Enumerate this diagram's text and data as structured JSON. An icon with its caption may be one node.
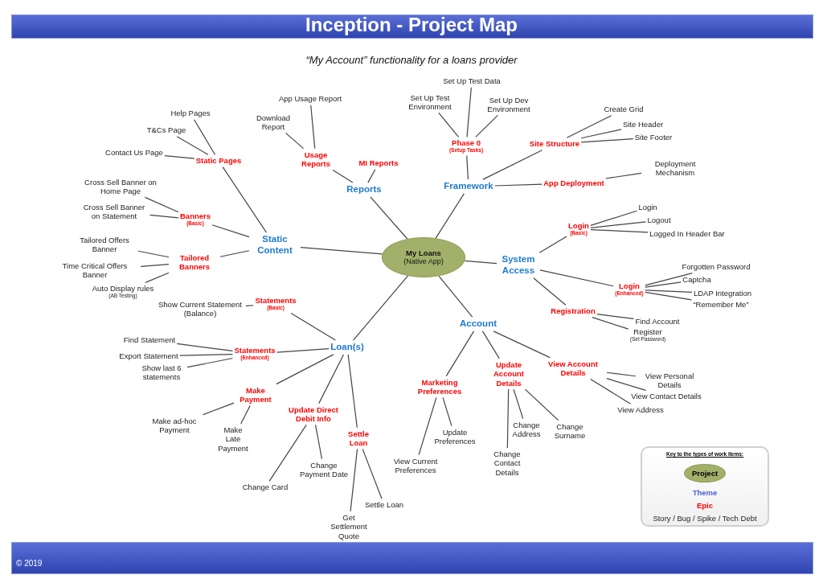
{
  "diagram": {
    "title": "Inception - Project Map",
    "nodes": [
      {
        "text": [
          "My Loans",
          "(Native App)"
        ]
      },
      {
        "text": [
          "Static Content"
        ]
      },
      {
        "text": [
          "Reports"
        ]
      },
      {
        "text": [
          "Framework"
        ]
      },
      {
        "text": [
          "System Access"
        ]
      },
      {
        "text": [
          "Account"
        ]
      },
      {
        "text": [
          "Loan(s)"
        ]
      },
      {
        "text": [
          "Static Pages"
        ]
      },
      {
        "text": [
          "Help Pages"
        ]
      },
      {
        "text": [
          "T&Cs Page"
        ]
      },
      {
        "text": [
          "Contact Us Page"
        ]
      },
      {
        "text": [
          "Banners",
          "(Basic)"
        ]
      },
      {
        "text": [
          "Cross Sell Banner on Home Page"
        ]
      },
      {
        "text": [
          "Cross Sell Banner on Statement"
        ]
      },
      {
        "text": [
          "Tailored Banners"
        ]
      },
      {
        "text": [
          "Tailored Offers Banner"
        ]
      },
      {
        "text": [
          "Time Critical Offers Banner"
        ]
      },
      {
        "text": [
          "Auto Display rules",
          "(AB Testing)"
        ]
      },
      {
        "text": [
          "Usage Reports"
        ]
      },
      {
        "text": [
          "App Usage Report"
        ]
      },
      {
        "text": [
          "Download Report"
        ]
      },
      {
        "text": [
          "MI Reports"
        ]
      },
      {
        "text": [
          "Phase 0",
          "(Setup Tasks)"
        ]
      },
      {
        "text": [
          "Set Up Test Environment"
        ]
      },
      {
        "text": [
          "Set Up Test Data"
        ]
      },
      {
        "text": [
          "Set Up Dev Environment"
        ]
      },
      {
        "text": [
          "Site Structure"
        ]
      },
      {
        "text": [
          "Create Grid"
        ]
      },
      {
        "text": [
          "Site Header"
        ]
      },
      {
        "text": [
          "Site Footer"
        ]
      },
      {
        "text": [
          "App Deployment"
        ]
      },
      {
        "text": [
          "Deployment Mechanism"
        ]
      },
      {
        "text": [
          "Login",
          "(Basic)"
        ]
      },
      {
        "text": [
          "Login"
        ]
      },
      {
        "text": [
          "Logout"
        ]
      },
      {
        "text": [
          "Logged In Header Bar"
        ]
      },
      {
        "text": [
          "Login",
          "(Enhanced)"
        ]
      },
      {
        "text": [
          "Forgotten Password"
        ]
      },
      {
        "text": [
          "Captcha"
        ]
      },
      {
        "text": [
          "LDAP Integration"
        ]
      },
      {
        "text": [
          "“Remember Me”"
        ]
      },
      {
        "text": [
          "Registration"
        ]
      },
      {
        "text": [
          "Find Account"
        ]
      },
      {
        "text": [
          "Register",
          "(Set Password)"
        ]
      },
      {
        "text": [
          "Marketing Preferences"
        ]
      },
      {
        "text": [
          "View Current Preferences"
        ]
      },
      {
        "text": [
          "Update Preferences"
        ]
      },
      {
        "text": [
          "Update Account Details"
        ]
      },
      {
        "text": [
          "Change Address"
        ]
      },
      {
        "text": [
          "Change Surname"
        ]
      },
      {
        "text": [
          "Change Contact Details"
        ]
      },
      {
        "text": [
          "View Account Details"
        ]
      },
      {
        "text": [
          "View Personal Details"
        ]
      },
      {
        "text": [
          "View Contact Details"
        ]
      },
      {
        "text": [
          "View Address"
        ]
      },
      {
        "text": [
          "Statements",
          "(Basic)"
        ]
      },
      {
        "text": [
          "Show Current Statement (Balance)"
        ]
      },
      {
        "text": [
          "Statements",
          "(Enhanced)"
        ]
      },
      {
        "text": [
          "Find Statement"
        ]
      },
      {
        "text": [
          "Export Statement"
        ]
      },
      {
        "text": [
          "Show last 6 statements"
        ]
      },
      {
        "text": [
          "Make Payment"
        ]
      },
      {
        "text": [
          "Make ad-hoc Payment"
        ]
      },
      {
        "text": [
          "Make Late Payment"
        ]
      },
      {
        "text": [
          "Update Direct Debit Info"
        ]
      },
      {
        "text": [
          "Change Card"
        ]
      },
      {
        "text": [
          "Change Payment Date"
        ]
      },
      {
        "text": [
          "Settle Loan"
        ]
      },
      {
        "text": [
          "Settle Loan"
        ]
      },
      {
        "text": [
          "Get Settlement Quote"
        ]
      }
    ],
    "edges": [
      {
        "from": 0,
        "to": 1,
        "arrow": "none"
      },
      {
        "from": 0,
        "to": 2,
        "arrow": "none"
      },
      {
        "from": 0,
        "to": 3,
        "arrow": "none"
      },
      {
        "from": 0,
        "to": 4,
        "arrow": "none"
      },
      {
        "from": 0,
        "to": 5,
        "arrow": "none"
      },
      {
        "from": 0,
        "to": 6,
        "arrow": "none"
      },
      {
        "from": 1,
        "to": 7,
        "arrow": "none"
      },
      {
        "from": 7,
        "to": 8,
        "arrow": "none"
      },
      {
        "from": 7,
        "to": 9,
        "arrow": "none"
      },
      {
        "from": 7,
        "to": 10,
        "arrow": "none"
      },
      {
        "from": 1,
        "to": 11,
        "arrow": "none"
      },
      {
        "from": 11,
        "to": 12,
        "arrow": "none"
      },
      {
        "from": 11,
        "to": 13,
        "arrow": "none"
      },
      {
        "from": 1,
        "to": 14,
        "arrow": "none"
      },
      {
        "from": 14,
        "to": 15,
        "arrow": "none"
      },
      {
        "from": 14,
        "to": 16,
        "arrow": "none"
      },
      {
        "from": 14,
        "to": 17,
        "arrow": "none"
      },
      {
        "from": 2,
        "to": 18,
        "arrow": "none"
      },
      {
        "from": 18,
        "to": 19,
        "arrow": "none"
      },
      {
        "from": 18,
        "to": 20,
        "arrow": "none"
      },
      {
        "from": 2,
        "to": 21,
        "arrow": "none"
      },
      {
        "from": 3,
        "to": 22,
        "arrow": "none"
      },
      {
        "from": 22,
        "to": 23,
        "arrow": "none"
      },
      {
        "from": 22,
        "to": 24,
        "arrow": "none"
      },
      {
        "from": 22,
        "to": 25,
        "arrow": "none"
      },
      {
        "from": 3,
        "to": 26,
        "arrow": "none"
      },
      {
        "from": 26,
        "to": 27,
        "arrow": "none"
      },
      {
        "from": 26,
        "to": 28,
        "arrow": "none"
      },
      {
        "from": 26,
        "to": 29,
        "arrow": "none"
      },
      {
        "from": 3,
        "to": 30,
        "arrow": "none"
      },
      {
        "from": 30,
        "to": 31,
        "arrow": "none"
      },
      {
        "from": 4,
        "to": 32,
        "arrow": "none"
      },
      {
        "from": 32,
        "to": 33,
        "arrow": "none"
      },
      {
        "from": 32,
        "to": 34,
        "arrow": "none"
      },
      {
        "from": 32,
        "to": 35,
        "arrow": "none"
      },
      {
        "from": 4,
        "to": 36,
        "arrow": "none"
      },
      {
        "from": 36,
        "to": 37,
        "arrow": "none"
      },
      {
        "from": 36,
        "to": 38,
        "arrow": "none"
      },
      {
        "from": 36,
        "to": 39,
        "arrow": "none"
      },
      {
        "from": 36,
        "to": 40,
        "arrow": "none"
      },
      {
        "from": 4,
        "to": 41,
        "arrow": "none"
      },
      {
        "from": 41,
        "to": 42,
        "arrow": "none"
      },
      {
        "from": 41,
        "to": 43,
        "arrow": "none"
      },
      {
        "from": 5,
        "to": 44,
        "arrow": "none"
      },
      {
        "from": 44,
        "to": 45,
        "arrow": "none"
      },
      {
        "from": 44,
        "to": 46,
        "arrow": "none"
      },
      {
        "from": 5,
        "to": 47,
        "arrow": "none"
      },
      {
        "from": 47,
        "to": 48,
        "arrow": "none"
      },
      {
        "from": 47,
        "to": 49,
        "arrow": "none"
      },
      {
        "from": 47,
        "to": 50,
        "arrow": "none"
      },
      {
        "from": 5,
        "to": 51,
        "arrow": "none"
      },
      {
        "from": 51,
        "to": 52,
        "arrow": "none"
      },
      {
        "from": 51,
        "to": 53,
        "arrow": "none"
      },
      {
        "from": 51,
        "to": 54,
        "arrow": "none"
      },
      {
        "from": 6,
        "to": 55,
        "arrow": "none"
      },
      {
        "from": 55,
        "to": 56,
        "arrow": "none"
      },
      {
        "from": 6,
        "to": 57,
        "arrow": "none"
      },
      {
        "from": 57,
        "to": 58,
        "arrow": "none"
      },
      {
        "from": 57,
        "to": 59,
        "arrow": "none"
      },
      {
        "from": 57,
        "to": 60,
        "arrow": "none"
      },
      {
        "from": 6,
        "to": 61,
        "arrow": "none"
      },
      {
        "from": 61,
        "to": 62,
        "arrow": "none"
      },
      {
        "from": 61,
        "to": 63,
        "arrow": "none"
      },
      {
        "from": 6,
        "to": 64,
        "arrow": "none"
      },
      {
        "from": 64,
        "to": 65,
        "arrow": "none"
      },
      {
        "from": 64,
        "to": 66,
        "arrow": "none"
      },
      {
        "from": 6,
        "to": 67,
        "arrow": "none"
      },
      {
        "from": 67,
        "to": 68,
        "arrow": "none"
      },
      {
        "from": 67,
        "to": 69,
        "arrow": "none"
      }
    ],
    "labels": [
      "“My Account” functionality for a loans provider",
      "Key to the types of work items:",
      "© 2019"
    ],
    "legend": [
      {
        "text": "Project",
        "color": "#a3b06a"
      },
      {
        "text": "Theme",
        "color": "#4a62d8"
      },
      {
        "text": "Epic",
        "color": "#ff0000"
      },
      {
        "text": "Story / Bug / Spike / Tech Debt"
      }
    ]
  }
}
